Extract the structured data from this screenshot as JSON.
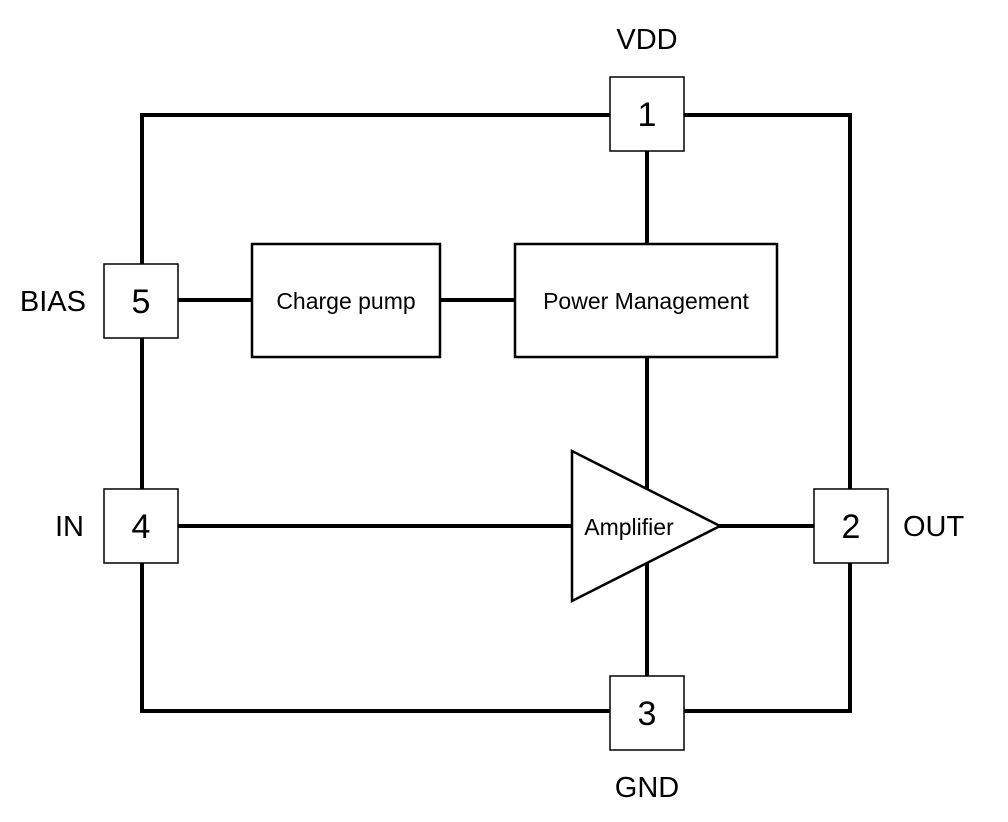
{
  "pins": {
    "vdd": {
      "number": "1",
      "name": "VDD"
    },
    "out": {
      "number": "2",
      "name": "OUT"
    },
    "gnd": {
      "number": "3",
      "name": "GND"
    },
    "in": {
      "number": "4",
      "name": "IN"
    },
    "bias": {
      "number": "5",
      "name": "BIAS"
    }
  },
  "blocks": {
    "charge_pump": "Charge pump",
    "power_management": "Power Management",
    "amplifier": "Amplifier"
  },
  "colors": {
    "line": "#000000",
    "background": "#ffffff"
  }
}
